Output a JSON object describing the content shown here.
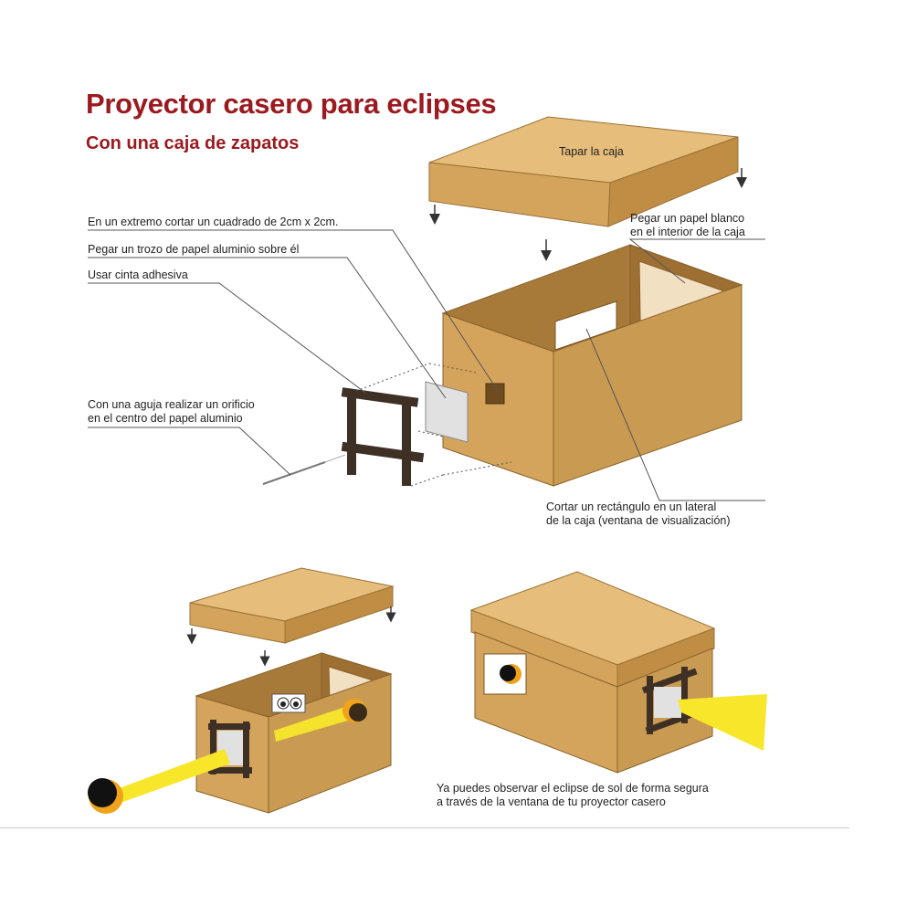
{
  "title": "Proyector casero para eclipses",
  "subtitle": "Con una caja de zapatos",
  "labels": {
    "lid": "Tapar la caja",
    "cut_square": "En un extremo cortar un cuadrado de 2cm x 2cm.",
    "foil": "Pegar un trozo de papel aluminio sobre él",
    "tape": "Usar cinta adhesiva",
    "needle_line1": "Con una aguja realizar un orificio",
    "needle_line2": "en el centro del papel aluminio",
    "white_paper_line1": "Pegar un papel blanco",
    "white_paper_line2": "en el interior de la caja",
    "window_line1": "Cortar un rectángulo en un lateral",
    "window_line2": "de la caja (ventana de visualización)",
    "final_line1": "Ya puedes observar el eclipse de sol de forma segura",
    "final_line2": "a través de la ventana de tu proyector casero"
  },
  "colors": {
    "title": "#9b1a1f",
    "cardboard_top": "#e6bd7a",
    "cardboard_front": "#d4a45c",
    "cardboard_side": "#c08d45",
    "cardboard_inside": "#a87a3a",
    "tape": "#3f3026",
    "sunbeam": "#f7e62a",
    "sun": "#f0a21a"
  }
}
